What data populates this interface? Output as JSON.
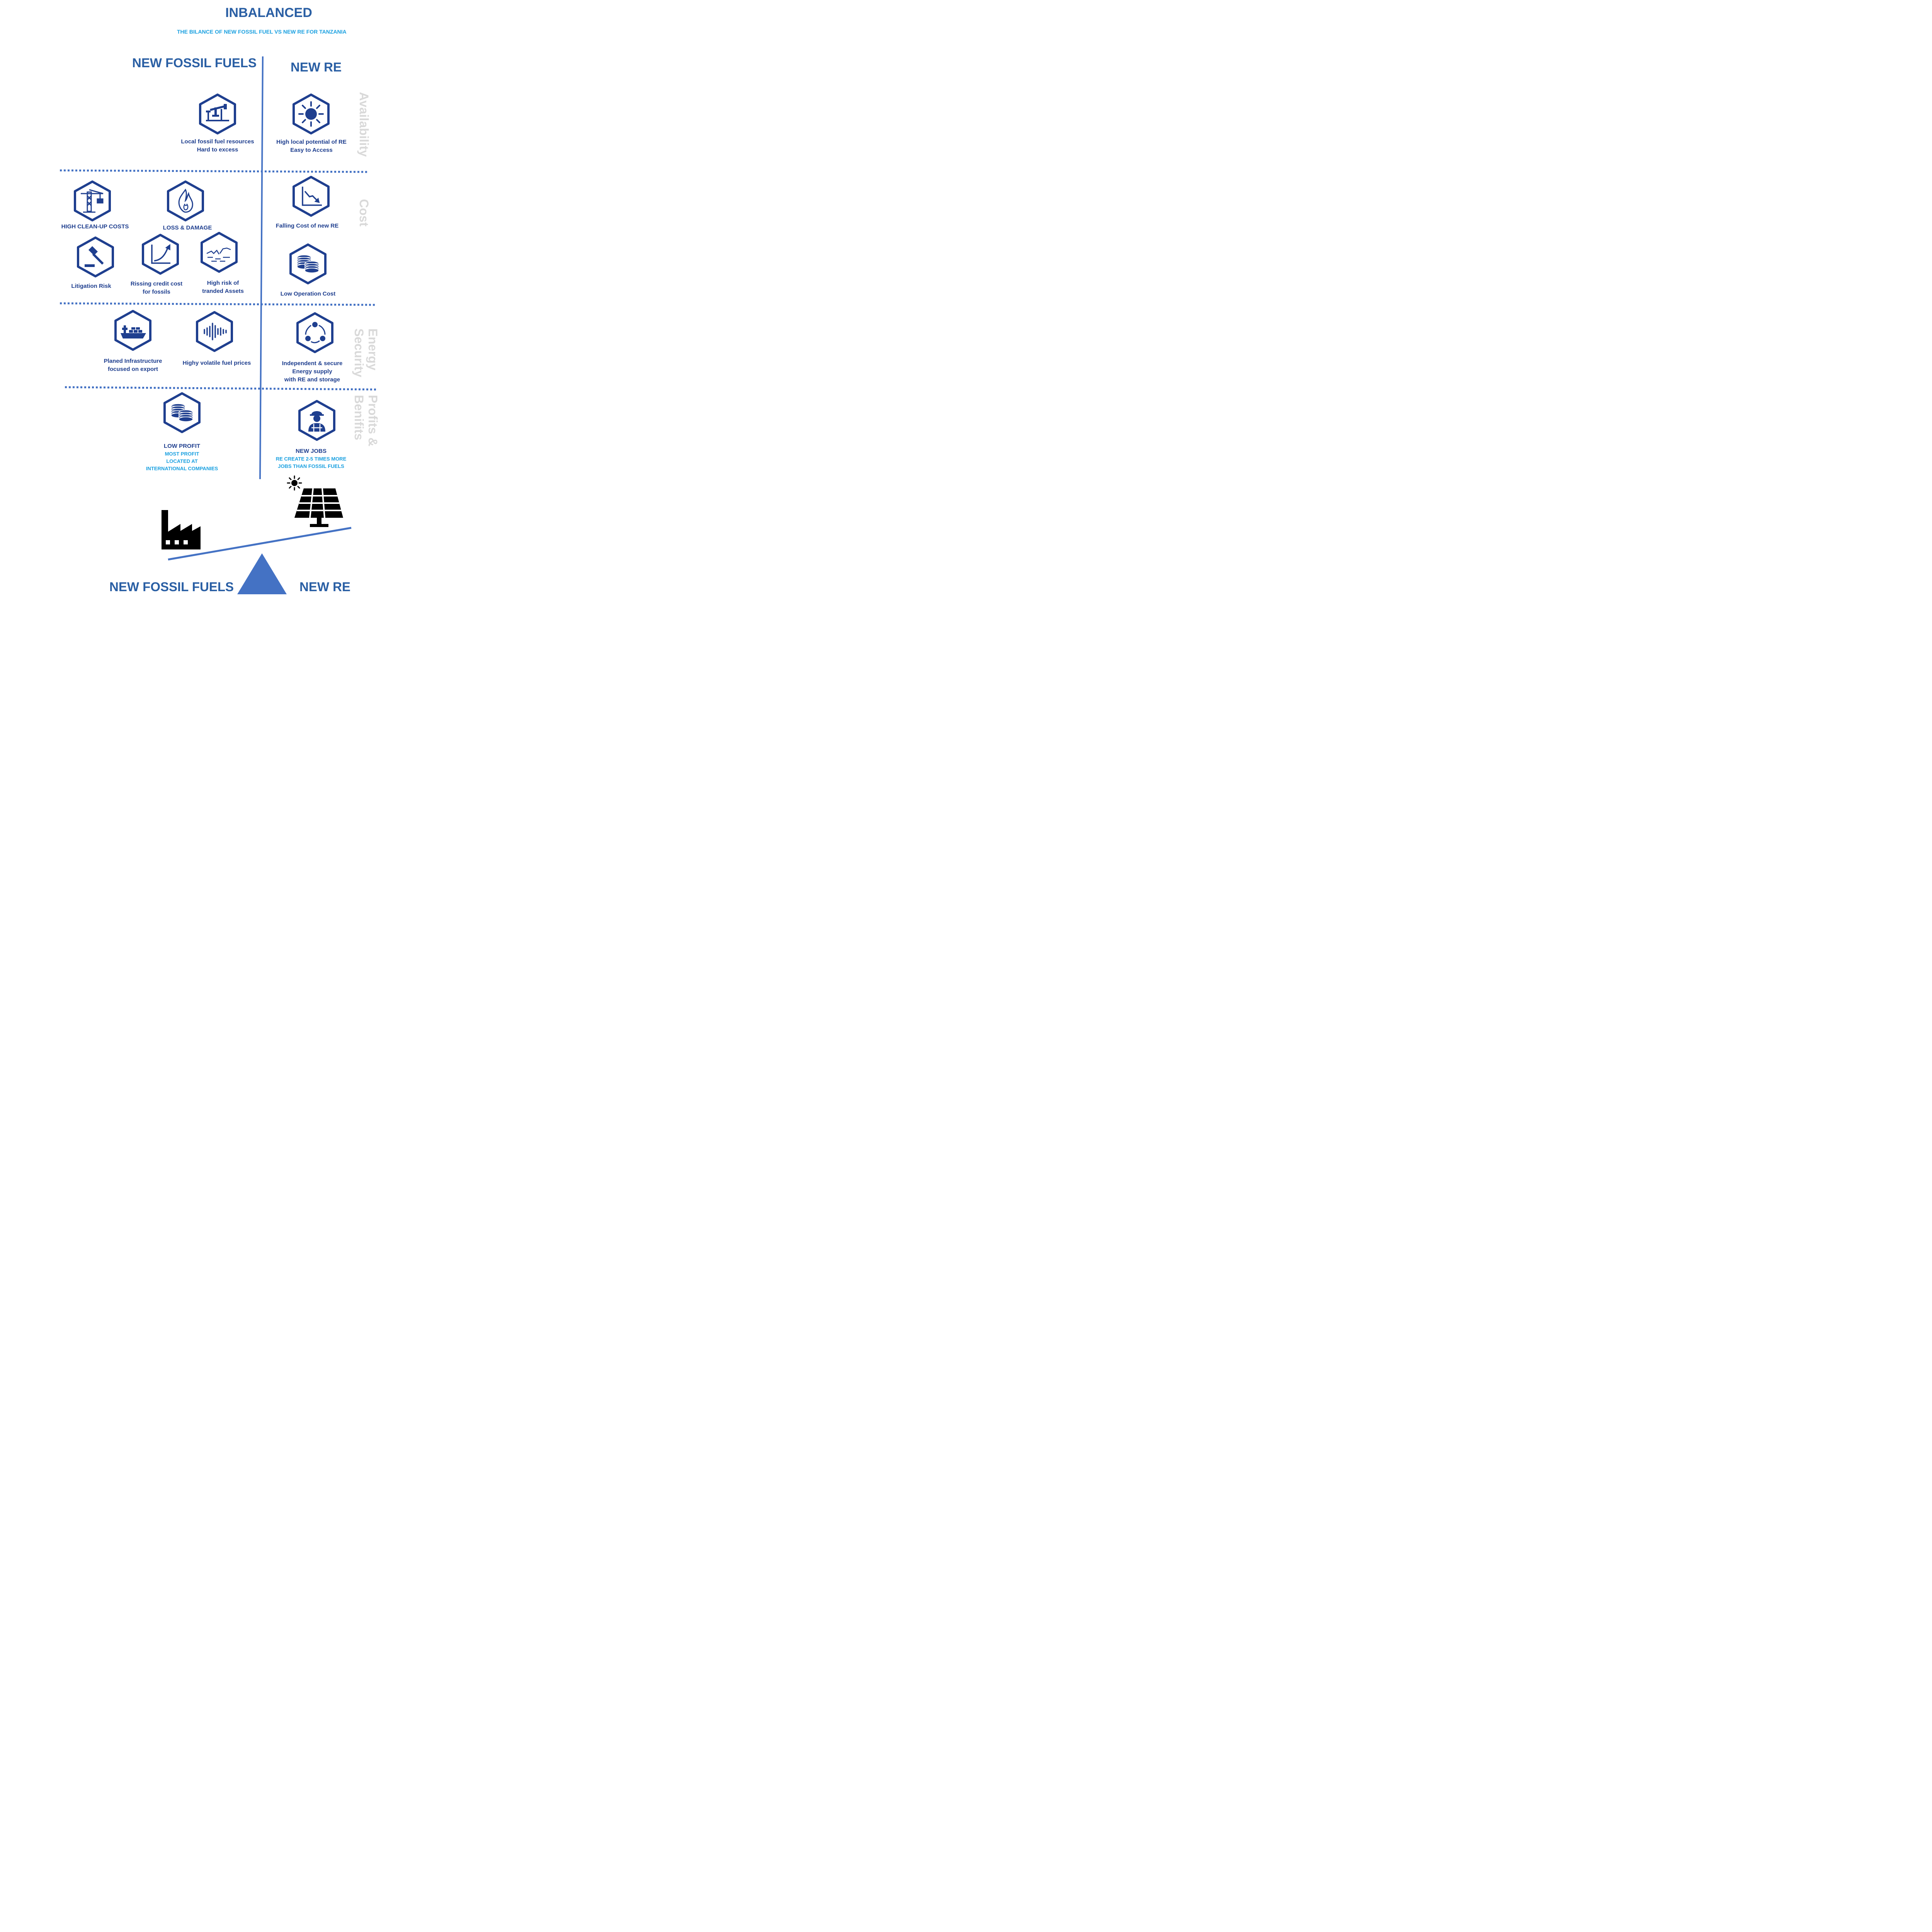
{
  "title": "INBALANCED",
  "subtitle": "THE BILANCE OF NEW FOSSIL FUEL VS NEW RE FOR TANZANIA",
  "columns": {
    "left": "NEW FOSSIL FUELS",
    "right": "NEW RE"
  },
  "categories": {
    "availability": "Availability",
    "cost": "Cost",
    "security_line1": "Energy",
    "security_line2": "Security",
    "profits_line1": "Profits &",
    "profits_line2": "Benifits"
  },
  "items": {
    "fossil_resources": {
      "line1": "Local fossil fuel resources",
      "line2": "Hard to excess",
      "icon": "oil-pump-icon"
    },
    "re_potential": {
      "line1": "High local potential of RE",
      "line2": "Easy to Access",
      "icon": "sun-icon"
    },
    "cleanup": {
      "line1": "HIGH CLEAN-UP COSTS",
      "icon": "crane-icon"
    },
    "loss": {
      "line1": "LOSS & DAMAGE",
      "icon": "fire-icon"
    },
    "falling_cost": {
      "line1": "Falling Cost of new RE",
      "icon": "falling-chart-icon"
    },
    "litigation": {
      "line1": "Litigation Risk",
      "icon": "gavel-icon"
    },
    "credit": {
      "line1": "Rissing credit cost",
      "line2": "for fossils",
      "icon": "rising-chart-icon"
    },
    "stranded": {
      "line1": "High risk of",
      "line2": "tranded Assets",
      "icon": "broken-ice-icon"
    },
    "low_op": {
      "line1": "Low Operation Cost",
      "icon": "coins-icon"
    },
    "infra": {
      "line1": "Planed Infrastructure",
      "line2": "focused on export",
      "icon": "ship-icon"
    },
    "volatile": {
      "line1": "Highy volatile fuel prices",
      "icon": "waveform-icon"
    },
    "independent": {
      "line1": "Independent & secure",
      "line2": "Energy supply",
      "line3": "with RE and storage",
      "icon": "cycle-icon"
    },
    "low_profit": {
      "line1": "LOW PROFIT",
      "sub1": "MOST PROFIT",
      "sub2": "LOCATED AT",
      "sub3": "INTERNATIONAL COMPANIES",
      "icon": "coins-icon"
    },
    "jobs": {
      "line1": "NEW JOBS",
      "sub1": "RE CREATE 2-5 TIMES MORE",
      "sub2": "JOBS THAN FOSSIL FUELS",
      "icon": "worker-icon"
    }
  },
  "bottom": {
    "left": "NEW FOSSIL FUELS",
    "right": "NEW RE"
  },
  "colors": {
    "primary": "#1f3f8f",
    "accent": "#2a5fa4",
    "light": "#1aa0e0",
    "line": "#4472c4",
    "muted": "#d9d9d9"
  }
}
